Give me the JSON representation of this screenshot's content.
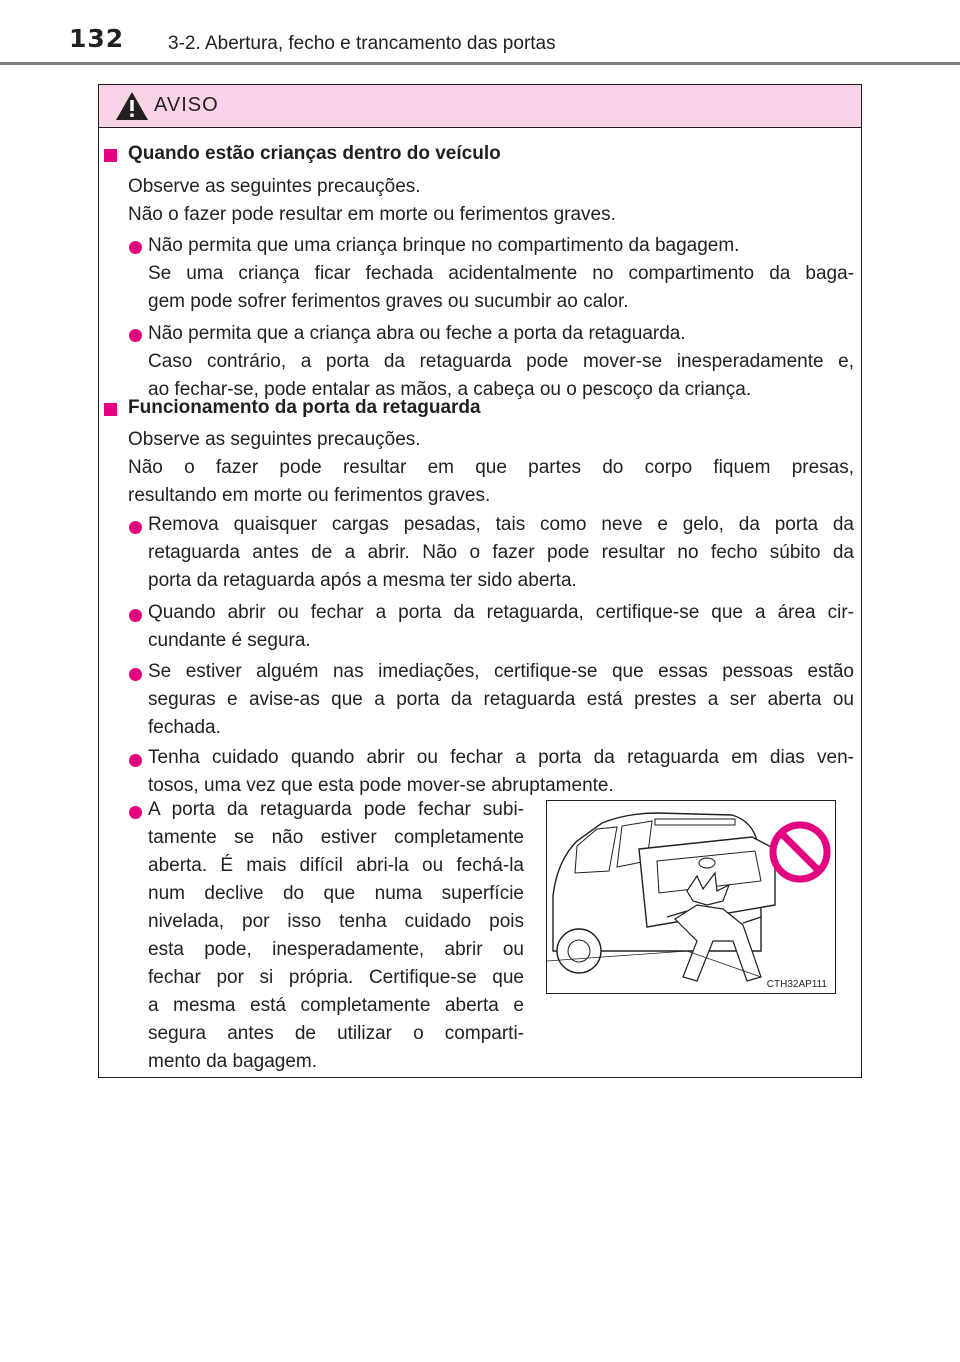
{
  "header": {
    "page_number": "132",
    "section_title": "3-2. Abertura, fecho e trancamento das portas"
  },
  "warning": {
    "label": "AVISO",
    "icon": "warning-triangle-icon",
    "accent_color": "#e4007f",
    "header_bg": "#f8d2e6",
    "section1": {
      "heading": "Quando estão crianças dentro do veículo",
      "intro": [
        "Observe as seguintes precauções.",
        "Não o fazer pode resultar em morte ou ferimentos graves."
      ],
      "bullets": [
        [
          "Não permita que uma criança brinque no compartimento da bagagem.",
          "Se uma criança ficar fechada acidentalmente no compartimento da baga-",
          "gem pode sofrer ferimentos graves ou sucumbir ao calor."
        ],
        [
          "Não permita que a criança abra ou feche a porta da retaguarda.",
          "Caso contrário, a porta da retaguarda pode mover-se inesperadamente e,",
          "ao fechar-se, pode entalar as mãos, a cabeça ou o pescoço da criança."
        ]
      ]
    },
    "section2": {
      "heading": "Funcionamento da porta da retaguarda",
      "intro": [
        "Observe as seguintes precauções.",
        "Não o fazer pode resultar em que partes do corpo fiquem presas,",
        "resultando em morte ou ferimentos graves."
      ],
      "bullets": [
        [
          "Remova quaisquer cargas pesadas, tais como neve e gelo, da porta da",
          "retaguarda antes de a abrir. Não o fazer pode resultar no fecho súbito da",
          "porta da retaguarda após a mesma ter sido aberta."
        ],
        [
          "Quando abrir ou fechar a porta da retaguarda, certifique-se que a área cir-",
          "cundante é segura."
        ],
        [
          "Se estiver alguém nas imediações, certifique-se que essas pessoas estão",
          "seguras e avise-as que a porta da retaguarda está prestes a ser aberta ou",
          "fechada."
        ],
        [
          "Tenha cuidado quando abrir ou fechar a porta da retaguarda em dias ven-",
          "tosos, uma vez que esta pode mover-se abruptamente."
        ],
        [
          "A porta da retaguarda pode fechar subi-",
          "tamente se não estiver completamente",
          "aberta. É mais difícil abri-la ou fechá-la",
          "num declive do que numa superfície",
          "nivelada, por isso tenha cuidado pois",
          "esta pode, inesperadamente, abrir ou",
          "fechar por si própria. Certifique-se que",
          "a mesma está completamente aberta e",
          "segura antes de utilizar o comparti-",
          "mento da bagagem."
        ]
      ]
    },
    "figure": {
      "code": "CTH32AP111",
      "icons": [
        "car-rear-icon",
        "person-trapped-icon",
        "prohibited-icon"
      ]
    }
  }
}
